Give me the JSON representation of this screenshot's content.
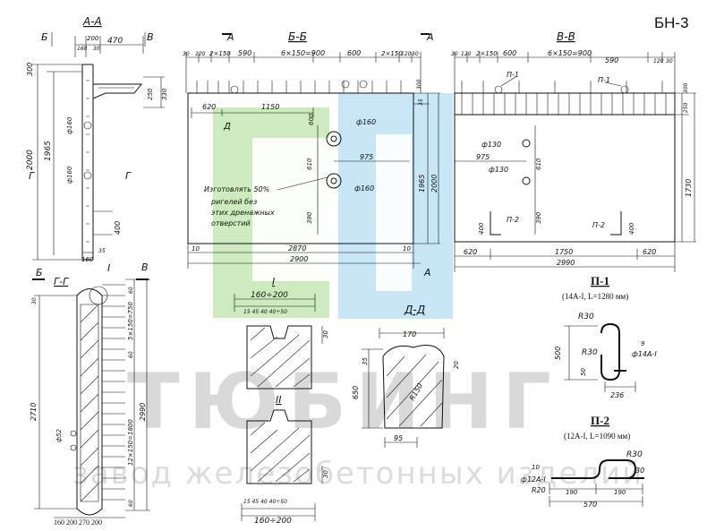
{
  "sheet": {
    "code": "БН-3"
  },
  "watermark": {
    "brand": "ТЮБИНГ",
    "tagline": "завод железобетонных изделий",
    "colors": {
      "green": "#c6e8b4",
      "blue": "#bfe3f5"
    }
  },
  "section_aa": {
    "title": "А-А",
    "cut_left": "Б",
    "cut_right": "В",
    "cut_side": "Г",
    "dim_top_1": "200",
    "dim_top_2": "470",
    "dim_top_3": "30",
    "dim_top_4": "160",
    "dim_left_1": "300",
    "dim_left_2": "2000",
    "dim_left_3": "1965",
    "dim_right_1": "250",
    "dim_right_2": "330",
    "dim_hole_1": "ф160",
    "dim_hole_2": "ф160",
    "dim_side_1": "400",
    "dim_side_2": "35",
    "dim_bottom": "160"
  },
  "section_bb": {
    "title": "Б-Б",
    "cut_left": "А",
    "cut_right": "А",
    "dim_top_1": "30",
    "dim_top_2": "120",
    "dim_top_3": "2×150",
    "dim_top_4": "590",
    "dim_top_5": "6×150=900",
    "dim_top_6": "600",
    "dim_top_7": "2×150",
    "dim_top_8": "120",
    "dim_top_9": "30",
    "dim_left": "620",
    "dim_mid": "1150",
    "dim_hole_a": "ф160",
    "dim_hole_b": "ф160",
    "dim_975": "975",
    "dim_600": "600",
    "dim_610": "610",
    "dim_390": "390",
    "dim_right_1": "35",
    "dim_right_2": "1965",
    "dim_right_3": "2000",
    "dim_right_top": "300",
    "dim_bottom_1": "10",
    "dim_bottom_2": "2870",
    "dim_bottom_3": "10",
    "dim_bottom_total": "2900",
    "note_line_1": "Изготовлять 50%",
    "note_line_2": "ригелей без",
    "note_line_3": "этих дренажных",
    "note_line_4": "отверстий"
  },
  "section_vv": {
    "title": "В-В",
    "dim_top_1": "30",
    "dim_top_2": "120",
    "dim_top_3": "2×150",
    "dim_top_4": "600",
    "dim_top_5": "6×150=900",
    "dim_top_6": "590",
    "dim_top_7": "120",
    "dim_top_8": "30",
    "label_p1_a": "П-1",
    "label_p1_b": "П-1",
    "label_p2_a": "П-2",
    "label_p2_b": "П-2",
    "dim_hole_1": "ф130",
    "dim_hole_2": "ф130",
    "dim_975": "975",
    "dim_610": "610",
    "dim_390": "390",
    "dim_400_l": "400",
    "dim_400_r": "400",
    "dim_right_1": "300",
    "dim_right_2": "250",
    "dim_right_3": "1730",
    "dim_bottom_1": "620",
    "dim_bottom_2": "1750",
    "dim_bottom_3": "620",
    "dim_bottom_total": "2990"
  },
  "section_gg": {
    "title": "Г-Г",
    "node_label": "I",
    "cut_left": "Б",
    "cut_right": "В",
    "dim_1": "30",
    "dim_2": "60",
    "dim_3": "60",
    "dim_4": "5×150=750",
    "dim_5": "12×150=1800",
    "dim_6": "60",
    "dim_7": "2990",
    "dim_8": "2710",
    "dim_hole": "ф52",
    "dim_bottom": "160 200 270 200"
  },
  "detail_i": {
    "title": "I",
    "dim_total": "160÷200",
    "dim_parts": "15 45 40 40÷50",
    "dim_side": "30"
  },
  "detail_ii": {
    "title": "II",
    "dim_total": "160÷200",
    "dim_parts": "15 45 40 40÷50",
    "dim_side": "30"
  },
  "section_dd": {
    "title": "Д-Д",
    "dim_top": "170",
    "dim_left_1": "35",
    "dim_left_2": "650",
    "dim_right": "20",
    "dim_diag": "R150",
    "dim_bottom": "95"
  },
  "part_p1": {
    "title": "П-1",
    "spec": "(14А-I, L=1280 мм)",
    "r_top": "R30",
    "r_mid": "R30",
    "dim_height": "500",
    "dim_50": "50",
    "dim_9": "9",
    "bar": "ф14А-I",
    "dim_width": "236"
  },
  "part_p2": {
    "title": "П-2",
    "spec": "(12А-I, L=1090 мм)",
    "r_top": "R30",
    "dim_10": "10",
    "bar": "ф12А-I",
    "r_bottom": "R20",
    "dim_30": "30",
    "dim_190_a": "190",
    "dim_190_b": "190",
    "dim_570": "570"
  }
}
